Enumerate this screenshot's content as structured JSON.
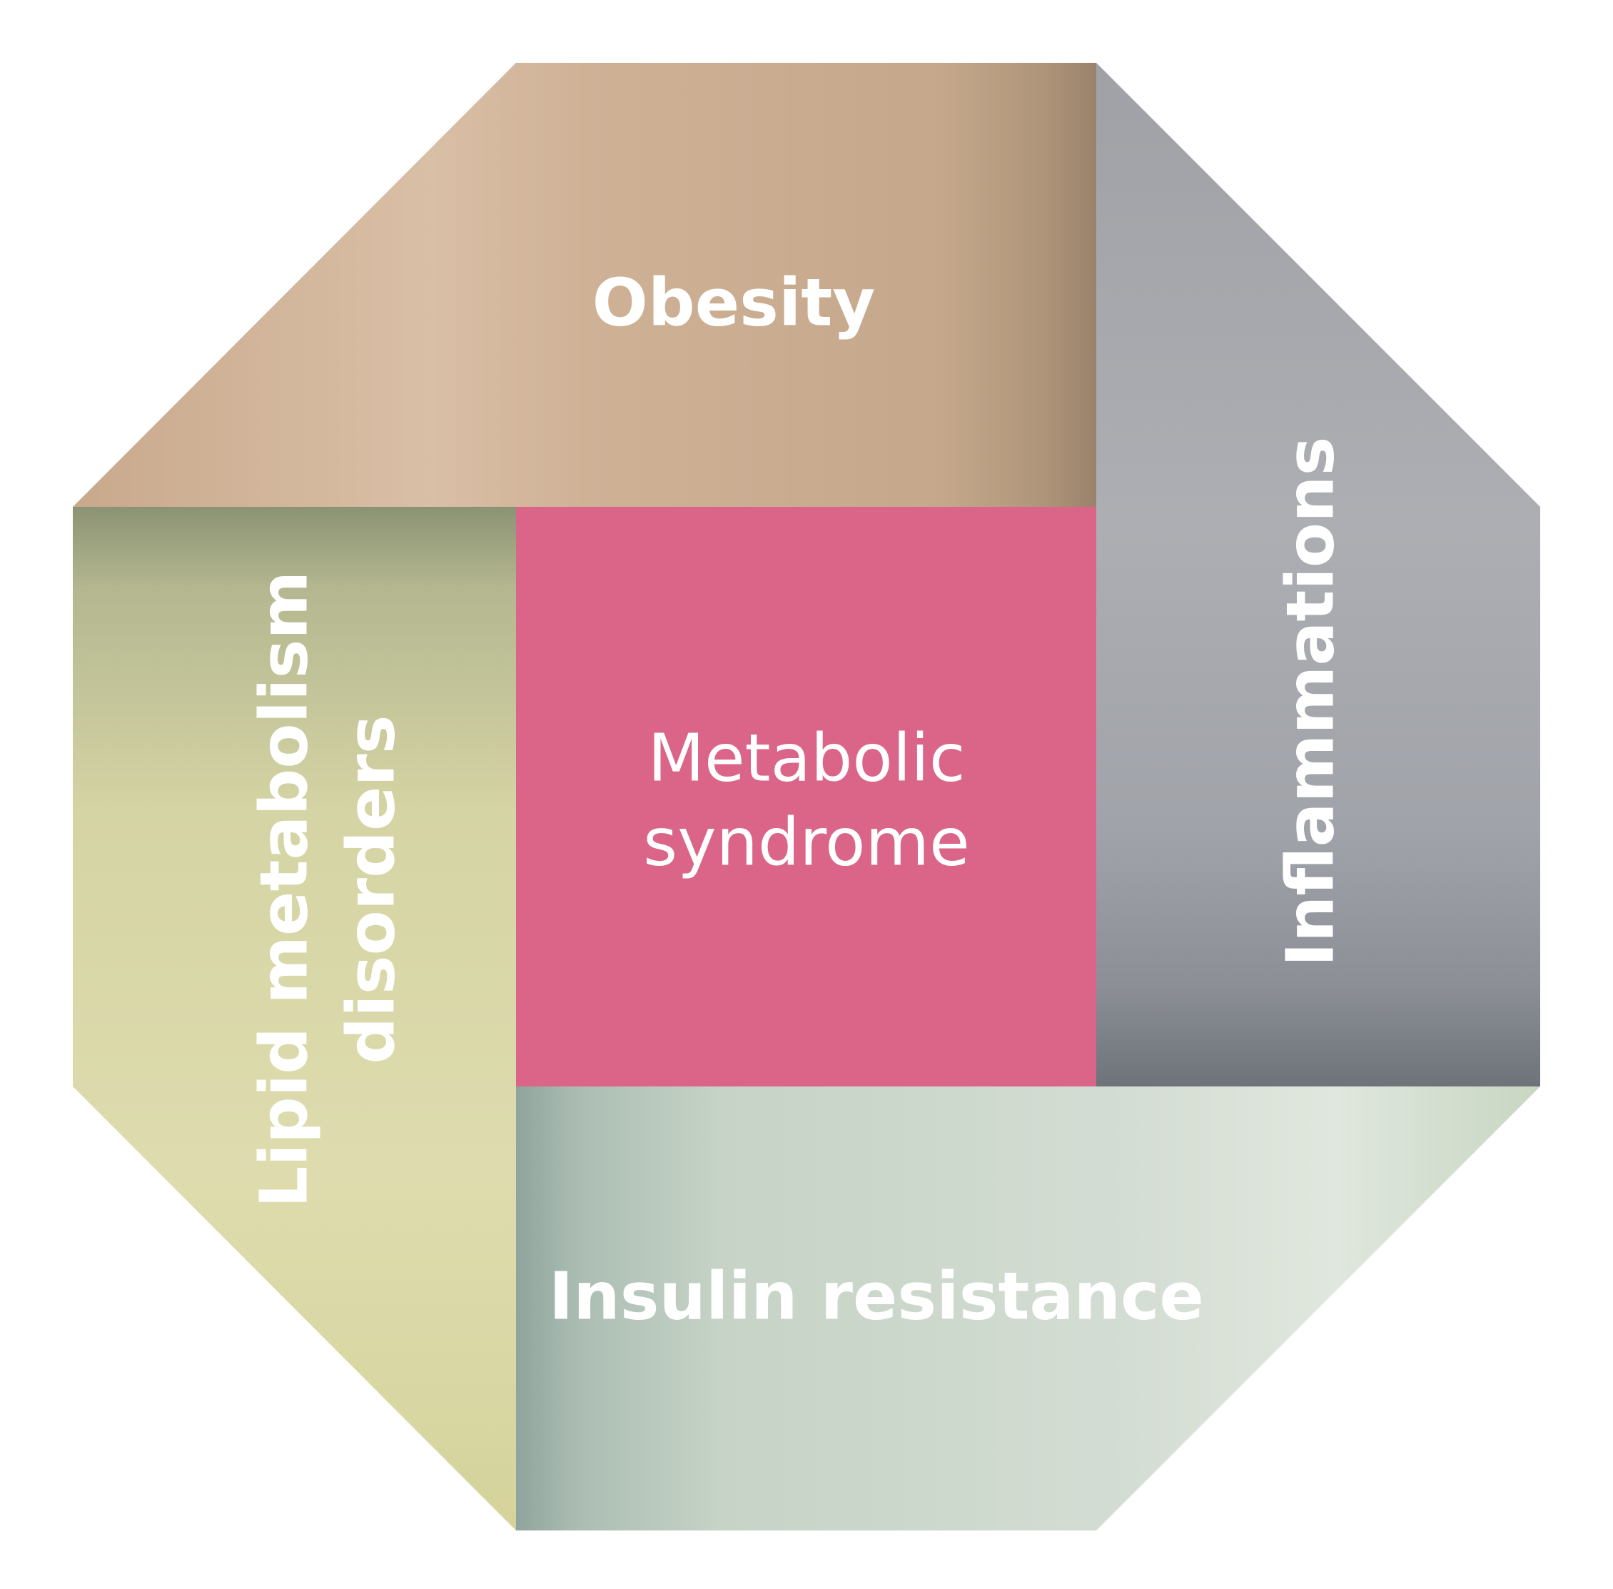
{
  "center": {
    "line1": "Metabolic",
    "line2": "syndrome",
    "color": "#DB6489"
  },
  "segments": {
    "top": {
      "label": "Obesity",
      "color": "#CFB196"
    },
    "right": {
      "label": "Inflammations",
      "color": "#A2A5AB"
    },
    "bottom": {
      "label": "Insulin resistance",
      "color": "#CBD5C8"
    },
    "left": {
      "line1": "Lipid metabolism",
      "line2": "disorders",
      "color": "#DCDAA9"
    }
  }
}
